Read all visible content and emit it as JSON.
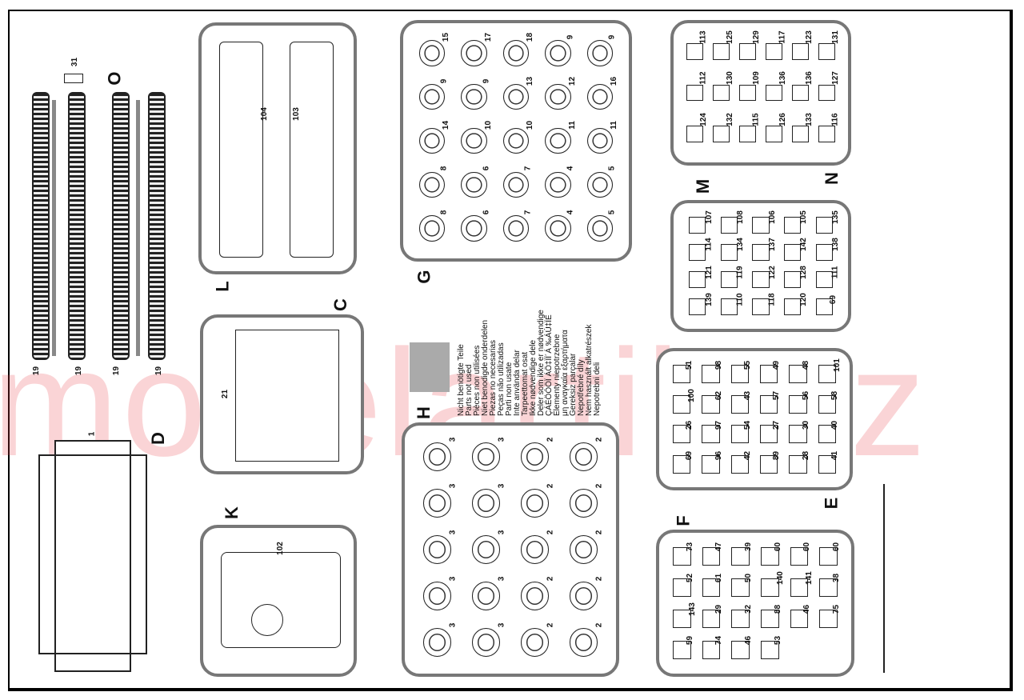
{
  "watermark": "modelartik.cz",
  "legend": {
    "lines": [
      "Nicht benötigte Teile",
      "Parts not used",
      "Pièces non utilisées",
      "Niet benodigde onderdelen",
      "Piezas no necesarias",
      "Peças não utilizadas",
      "Parti non usate",
      "Inte använda delar",
      "Tarpeettomat osat",
      "Ikke nødvendige dele",
      "Deler som ikke er nødvendige",
      "ÇÁÉÖÓÖÏ ÁÖ‡ÏÏ´Á ‰ÁÚ‡ÏÉ",
      "Elementy niepotrzebne",
      "μη αναγκαία εξαρτήματα",
      "Gereksiz parçalar",
      "Nepotřebné díly",
      "Nem használt alkatrészek",
      "Nepotrebni deli"
    ]
  },
  "sprues": {
    "O": {
      "letter": "O",
      "parts": [
        "31",
        "19",
        "19",
        "19",
        "19"
      ]
    },
    "D": {
      "letter": "D",
      "parts": [
        "1"
      ]
    },
    "L": {
      "letter": "L",
      "parts": [
        "104",
        "103"
      ]
    },
    "C": {
      "letter": "C",
      "parts": [
        "21"
      ]
    },
    "K": {
      "letter": "K",
      "parts": [
        "102"
      ]
    },
    "G": {
      "letter": "G",
      "parts": [
        "15",
        "17",
        "18",
        "9",
        "9",
        "9",
        "9",
        "13",
        "12",
        "16",
        "14",
        "10",
        "10",
        "11",
        "11",
        "8",
        "6",
        "7",
        "4",
        "5",
        "8",
        "6",
        "7",
        "4",
        "5"
      ]
    },
    "H": {
      "letter": "H",
      "parts": [
        "3",
        "3",
        "2",
        "2",
        "3",
        "3",
        "2",
        "2",
        "3",
        "3",
        "2",
        "2",
        "3",
        "3",
        "2",
        "2",
        "3",
        "3",
        "2",
        "2"
      ]
    },
    "M": {
      "letter": "M",
      "parts": [
        "113",
        "125",
        "129",
        "117",
        "123",
        "131",
        "112",
        "130",
        "109",
        "136",
        "136",
        "127",
        "124",
        "132",
        "115",
        "126",
        "133",
        "116"
      ]
    },
    "N": {
      "letter": "N",
      "parts": [
        "107",
        "108",
        "106",
        "105",
        "135",
        "114",
        "134",
        "137",
        "142",
        "138",
        "121",
        "119",
        "122",
        "128",
        "111",
        "139",
        "110",
        "118",
        "120",
        "69"
      ]
    },
    "E": {
      "letter": "E",
      "parts": [
        "51",
        "98",
        "55",
        "49",
        "48",
        "101",
        "100",
        "62",
        "43",
        "57",
        "56",
        "58",
        "26",
        "97",
        "54",
        "27",
        "30",
        "40",
        "69",
        "96",
        "42",
        "89",
        "28",
        "41"
      ]
    },
    "F": {
      "letter": "F",
      "parts": [
        "73",
        "47",
        "39",
        "60",
        "60",
        "60",
        "52",
        "61",
        "50",
        "140",
        "141",
        "38",
        "143",
        "29",
        "32",
        "88",
        "46",
        "75",
        "59",
        "74",
        "46",
        "53"
      ]
    }
  }
}
